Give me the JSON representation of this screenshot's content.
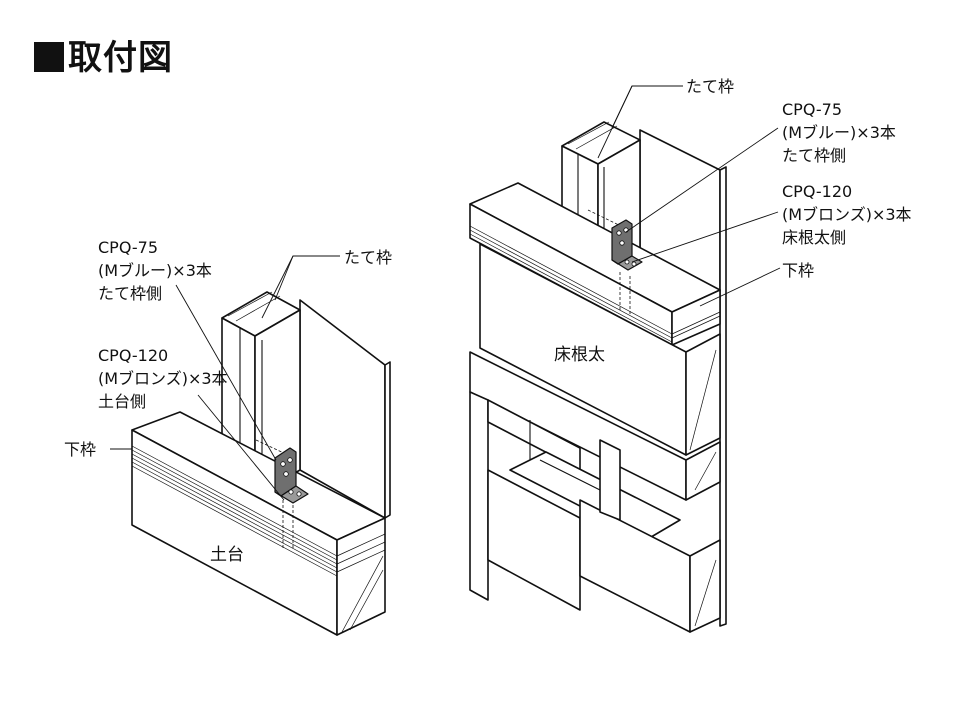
{
  "title": "取付図",
  "left": {
    "bracket_upper_lines": [
      "CPQ-75",
      "(Mブルー)×3本",
      "たて枠側"
    ],
    "bracket_lower_lines": [
      "CPQ-120",
      "(Mブロンズ)×3本",
      "土台側"
    ],
    "stud_label": "たて枠",
    "bottom_plate_label": "下枠",
    "sill_label": "土台"
  },
  "right": {
    "stud_label": "たて枠",
    "bracket_upper_lines": [
      "CPQ-75",
      "(Mブルー)×3本",
      "たて枠側"
    ],
    "bracket_lower_lines": [
      "CPQ-120",
      "(Mブロンズ)×3本",
      "床根太側"
    ],
    "bottom_plate_label": "下枠",
    "joist_label": "床根太"
  }
}
